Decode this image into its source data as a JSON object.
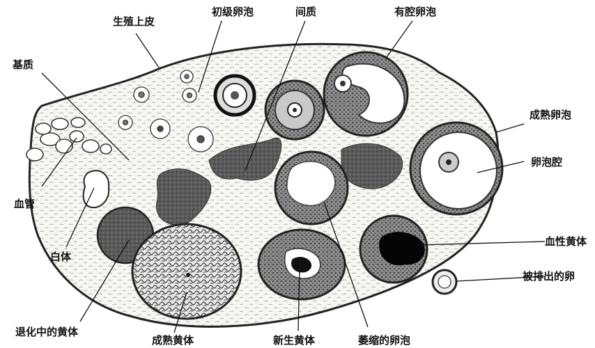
{
  "labels": {
    "germinal_epithelium": "生殖上皮",
    "primary_follicle": "初级卵泡",
    "interstitium": "间质",
    "antral_follicle": "有腔卵泡",
    "stroma": "基质",
    "mature_follicle": "成熟卵泡",
    "follicular_cavity": "卵泡腔",
    "blood_vessel": "血管",
    "corpus_albicans": "白体",
    "corpus_hemorrhagicum": "血性黄体",
    "ovulated_ovum": "被排出的卵",
    "regressing_corpus_luteum": "退化中的黄体",
    "mature_corpus_luteum": "成熟黄体",
    "new_corpus_luteum": "新生黄体",
    "atretic_follicle": "萎缩的卵泡"
  }
}
